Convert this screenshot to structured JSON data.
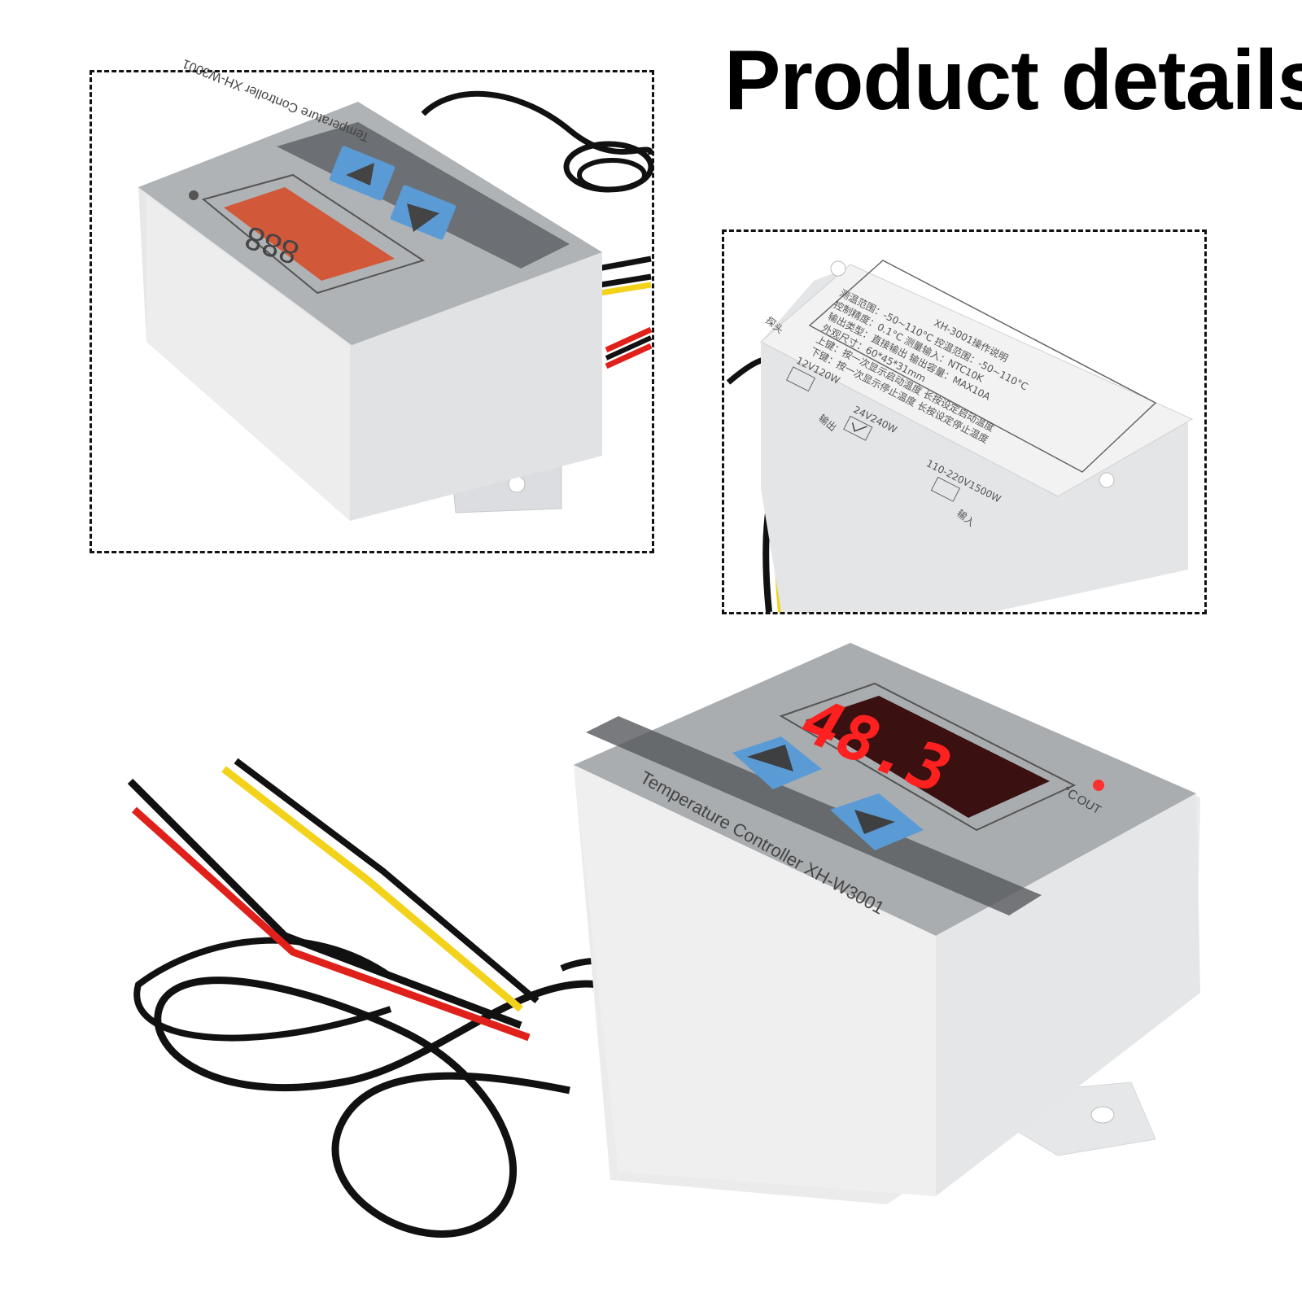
{
  "heading": "Product details",
  "device": {
    "model_label": "Temperature Controller  XH-W3001",
    "display_reading": "48.3",
    "unit": "°C",
    "out_label": "OUT",
    "up_button": "up-arrow",
    "down_button": "down-arrow",
    "top_view_display": "888"
  },
  "spec_label": {
    "title": "XH-3001操作说明",
    "lines": [
      "测温范围：-50~110°C   控温范围：-50~110°C",
      "控制精度：0.1°C   测量输入：NTC10K",
      "输出类型：直接输出   输出容量：MAX10A",
      "外观尺寸：60*45*31mm",
      "上键：按一次显示启动温度  长按设定启动温度",
      "下键：按一次显示停止温度  长按设定停止温度"
    ],
    "voltage_options": [
      "12V120W",
      "24V240W",
      "110-220V1500W"
    ],
    "selected_option": "24V240W",
    "port_probe": "探头",
    "port_output": "输出",
    "port_input": "输入"
  },
  "colors": {
    "housing": "#e9eaeb",
    "faceplate": "#a9adb0",
    "button": "#5b9bd5",
    "display_on": "#ff2020",
    "wire_red": "#e0201a",
    "wire_yellow": "#f2d21b",
    "wire_black": "#111111"
  }
}
